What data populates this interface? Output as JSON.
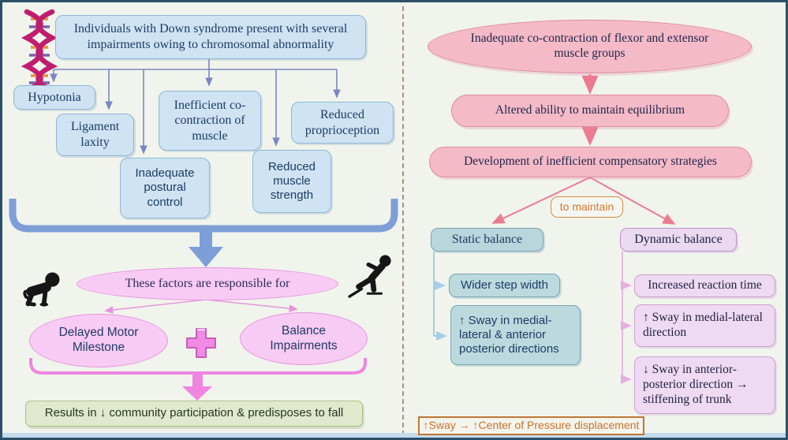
{
  "left": {
    "title": "Individuals with Down syndrome present with several impairments owing to chromosomal abnormality",
    "impairments": {
      "hypotonia": "Hypotonia",
      "ligament": "Ligament laxity",
      "cocontraction": "Inefficient co-contraction of muscle",
      "proprioception": "Reduced proprioception",
      "postural": "Inadequate postural control",
      "muscle": "Reduced muscle strength"
    },
    "factors": "These factors are responsible for",
    "delayed": "Delayed Motor Milestone",
    "balance": "Balance Impairments",
    "result": "Results in ↓ community participation & predisposes to fall"
  },
  "right": {
    "flow": {
      "step1": "Inadequate co-contraction of flexor and extensor muscle groups",
      "step2": "Altered ability to maintain equilibrium",
      "step3": "Development of inefficient compensatory strategies"
    },
    "to_maintain": "to maintain",
    "static_balance": {
      "header": "Static balance",
      "item1": "Wider step width",
      "item2": "↑ Sway in medial-lateral & anterior posterior directions"
    },
    "dynamic_balance": {
      "header": "Dynamic balance",
      "item1": "Increased reaction time",
      "item2": "↑ Sway in medial-lateral direction",
      "item3": "↓ Sway in anterior-posterior direction → stiffening of trunk"
    },
    "legend": "↑Sway → ↑Center of Pressure displacement"
  },
  "icons": {
    "dna": "dna-double-helix",
    "baby": "crawling-baby-silhouette",
    "fall": "falling-person-silhouette",
    "plus": "plus-sign"
  },
  "colors": {
    "blue_box_fill": "#cfe3f3",
    "pink_oval_fill": "#f5bac8",
    "lilac_ellipse_fill": "#f8cbf4",
    "teal_fill": "#b9d6dc",
    "violet_fill": "#eedaf2",
    "green_fill": "#e0e9cd",
    "orange_accent": "#dd7730",
    "bracket_blue": "#7e9ed8",
    "bracket_pink": "#ef85de",
    "connector_slate": "#7b86c3",
    "arrow_rose": "#ec7b91"
  }
}
